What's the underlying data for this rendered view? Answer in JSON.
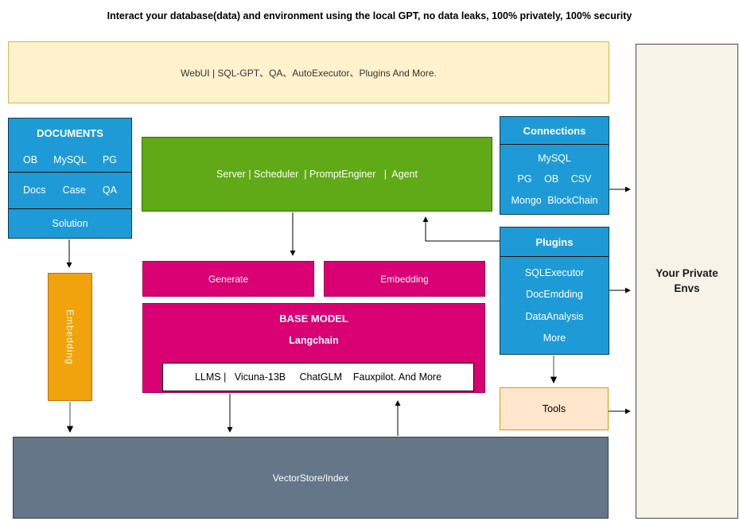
{
  "page_title": "Interact your database(data) and environment using the local GPT, no data leaks, 100% privately, 100% security",
  "webui_bar": {
    "label": "WebUI | SQL-GPT、QA、AutoExecutor、Plugins And More."
  },
  "documents": {
    "title": "DOCUMENTS",
    "rows": [
      [
        "OB",
        "MySQL",
        "PG"
      ],
      [
        "Docs",
        "Case",
        "QA"
      ],
      [
        "Solution"
      ]
    ]
  },
  "server_bar": {
    "label": "Server | Scheduler  | PromptEnginer   |  Agent"
  },
  "connections": {
    "title": "Connections",
    "rows": [
      [
        "MySQL"
      ],
      [
        "PG",
        "OB",
        "CSV"
      ],
      [
        "Mongo",
        "BlockChain"
      ]
    ]
  },
  "plugins": {
    "title": "Plugins",
    "items": [
      "SQLExecutor",
      "DocEmdding",
      "DataAnalysis",
      "More"
    ]
  },
  "generate_box": {
    "label": "Generate"
  },
  "embedding_box": {
    "label": "Embedding"
  },
  "base_model": {
    "title": "BASE MODEL",
    "subtitle": "Langchain",
    "models_line": "LLMS |   Vicuna-13B     ChatGLM    Fauxpilot. And More"
  },
  "embedding_pipeline": {
    "label": "Embedding"
  },
  "tools_box": {
    "label": "Tools"
  },
  "vector_store": {
    "label": "VectorStore/Index"
  },
  "private_envs": {
    "label": "Your Private Envs"
  },
  "colors": {
    "blue": "#1E9BD7",
    "green": "#60A917",
    "pink": "#D80073",
    "orange": "#F0A30A",
    "cream": "#FFF2CC",
    "cream_border": "#D6B656",
    "peach": "#FFE6CC",
    "peach_border": "#D79B00",
    "slate_gray": "#647687",
    "panel_cream": "#F7F3E8",
    "arrow": "#000000"
  }
}
